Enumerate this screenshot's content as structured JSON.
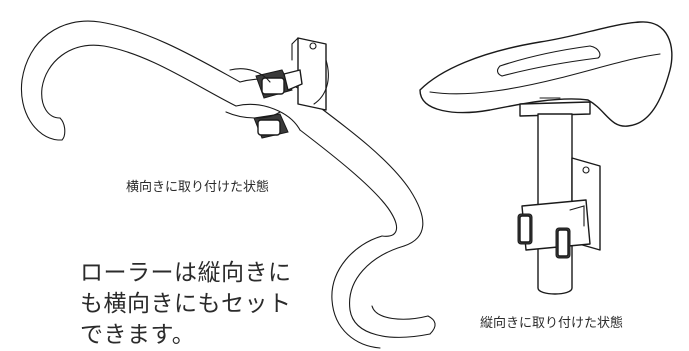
{
  "captions": {
    "horizontal": "横向きに取り付けた状態",
    "vertical": "縦向きに取り付けた状態"
  },
  "main_text": {
    "line1": "ローラーは縦向きに",
    "line2": "も横向きにもセット",
    "line3": "できます。"
  },
  "illustrations": {
    "left": "handlebar-with-horizontal-mount",
    "right": "saddle-seatpost-with-vertical-mount"
  }
}
